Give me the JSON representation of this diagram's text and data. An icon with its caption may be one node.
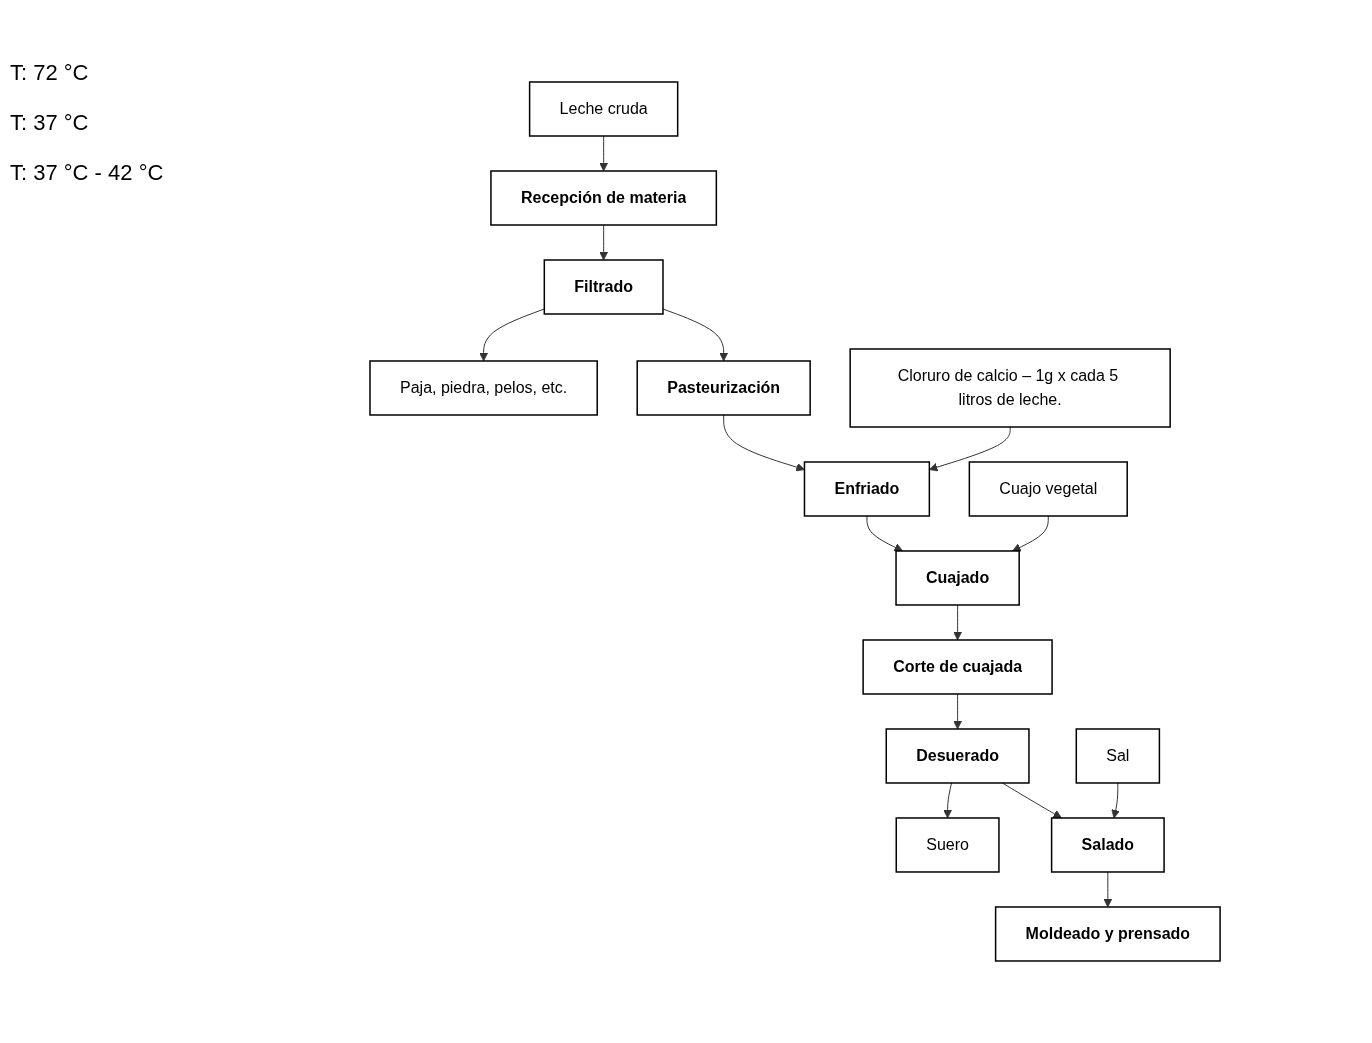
{
  "diagram": {
    "nodes": [
      {
        "text": [
          "Leche cruda"
        ]
      },
      {
        "text": [
          "Recepción de materia"
        ]
      },
      {
        "text": [
          "Filtrado"
        ]
      },
      {
        "text": [
          "Paja, piedra, pelos, etc."
        ]
      },
      {
        "text": [
          "Pasteurización"
        ]
      },
      {
        "text": [
          "Cloruro de calcio – 1g x cada 5 litros de leche."
        ]
      },
      {
        "text": [
          "Enfriado"
        ]
      },
      {
        "text": [
          "Cuajo vegetal"
        ]
      },
      {
        "text": [
          "Cuajado"
        ]
      },
      {
        "text": [
          "Corte de cuajada"
        ]
      },
      {
        "text": [
          "Desuerado"
        ]
      },
      {
        "text": [
          "Suero"
        ]
      },
      {
        "text": [
          "Sal"
        ]
      },
      {
        "text": [
          "Salado"
        ]
      },
      {
        "text": [
          "Moldeado y prensado"
        ]
      }
    ],
    "edges": [
      {
        "from": 0,
        "to": 1,
        "arrow": "to"
      },
      {
        "from": 1,
        "to": 2,
        "arrow": "to"
      },
      {
        "from": 2,
        "to": 3,
        "arrow": "to"
      },
      {
        "from": 2,
        "to": 4,
        "arrow": "to"
      },
      {
        "from": 4,
        "to": 6,
        "arrow": "to"
      },
      {
        "from": 5,
        "to": 6,
        "arrow": "to"
      },
      {
        "from": 6,
        "to": 8,
        "arrow": "to"
      },
      {
        "from": 7,
        "to": 8,
        "arrow": "to"
      },
      {
        "from": 8,
        "to": 9,
        "arrow": "to"
      },
      {
        "from": 9,
        "to": 10,
        "arrow": "to"
      },
      {
        "from": 10,
        "to": 11,
        "arrow": "to"
      },
      {
        "from": 12,
        "to": 13,
        "arrow": "to"
      },
      {
        "from": 10,
        "to": 13,
        "arrow": "to"
      },
      {
        "from": 13,
        "to": 14,
        "arrow": "to"
      }
    ],
    "labels": [
      "T: 72 °C",
      "T: 37 °C",
      "T: 37 °C - 42 °C"
    ]
  }
}
